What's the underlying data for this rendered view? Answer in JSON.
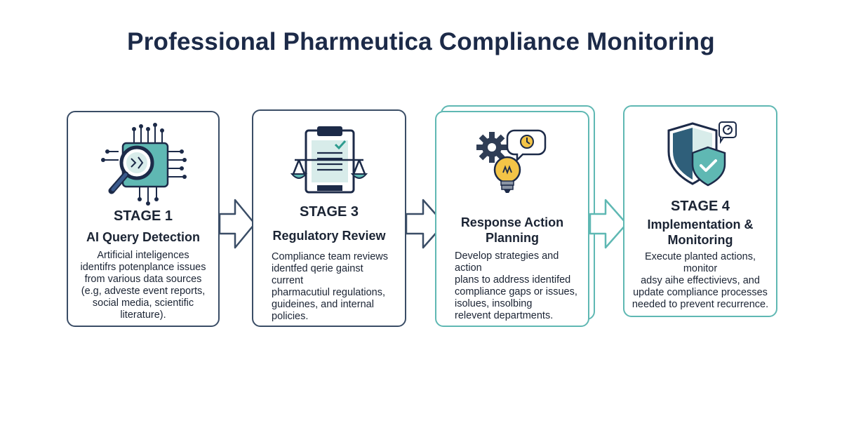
{
  "title": "Professional Pharmeutica Compliance Monitoring",
  "stages": [
    {
      "label": "STAGE 1",
      "name": "AI Query Detection",
      "description_lines": [
        "Artificial inteligences",
        "identifrs potenplance issues",
        "from various data sources",
        "(e.g, adveste event reports,",
        "social media, scientific literature)."
      ],
      "icon": "magnifier-chip-icon"
    },
    {
      "label": "STAGE 3",
      "name": "Regulatory Review",
      "description_lines": [
        "Compliance team reviews",
        "identfed qerie gainst current",
        "pharmacutiul regulations,",
        "guideines, and internal",
        "policies."
      ],
      "icon": "clipboard-scales-icon"
    },
    {
      "label": "",
      "name_lines": [
        "Response Action",
        "Planning"
      ],
      "description_lines": [
        "Develop strategies and action",
        "plans to address identifed",
        "compliance gaps or issues,",
        "isolues, insolbing",
        "relevent departments."
      ],
      "icon": "gear-lightbulb-icon"
    },
    {
      "label": "STAGE 4",
      "name_lines": [
        "Implementation &",
        "Monitoring"
      ],
      "description_lines": [
        "Execute planted actions, monitor",
        "adsy aihe effectivievs, and",
        "update compliance processes",
        "needed to prevent recurrence."
      ],
      "icon": "shield-check-icon"
    }
  ],
  "colors": {
    "navy": "#1c2a48",
    "slate": "#3a4d66",
    "teal": "#5fb8b3",
    "amber": "#f3c447"
  }
}
